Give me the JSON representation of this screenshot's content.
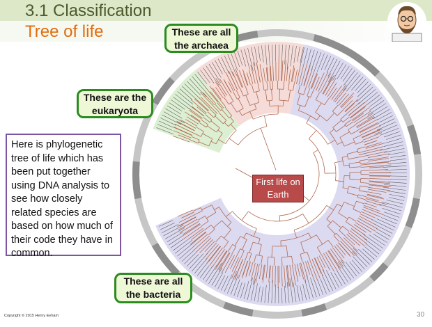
{
  "slide": {
    "title": "3.1 Classification",
    "subtitle": "Tree of life",
    "page_number": "30",
    "copyright": "Copyright © 2015 Henry Eeham"
  },
  "callouts": {
    "archaea": "These are all the archaea",
    "eukaryota": "These are the eukaryota",
    "bacteria": "These are all the bacteria"
  },
  "root_label": "First life on Earth",
  "description": "Here is phylogenetic tree of life which has been put together using DNA analysis to see how closely related species are based on how much of their code they have in common.",
  "colors": {
    "title_band": "#dde8c8",
    "subtitle_text": "#e36c0a",
    "archaea_sector": "#f5dcd9",
    "eukaryota_sector": "#dcefd3",
    "bacteria_sector": "#dcdaf0",
    "callout_border": "#2a8b1f",
    "callout_fill": "#eef7d6",
    "branch": "#b06a50",
    "root_box": "#b84a4a",
    "info_border": "#7c54a2"
  }
}
